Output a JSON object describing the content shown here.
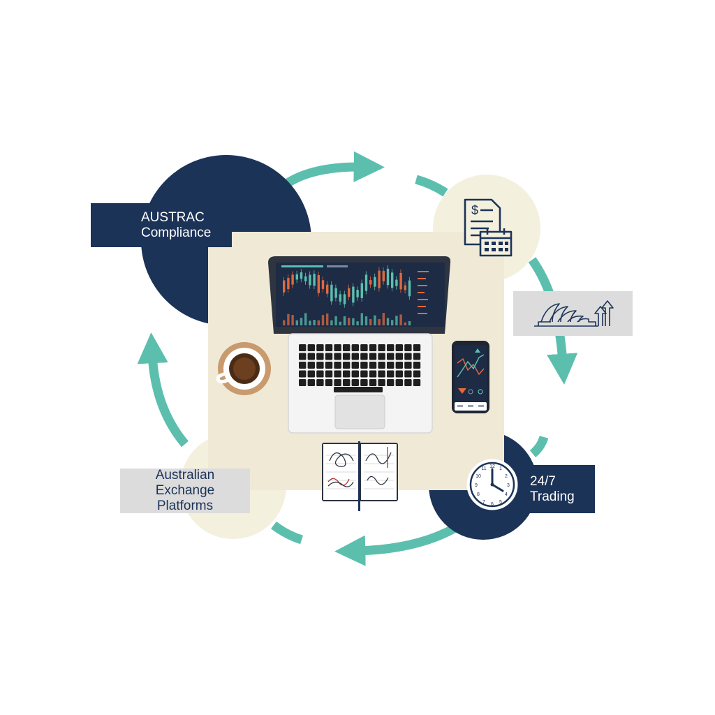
{
  "colors": {
    "navy": "#1c3358",
    "teal": "#5cbfae",
    "cream": "#f4f0de",
    "desk": "#efe9d6",
    "label_gray": "#dcdcdc",
    "candle_up": "#5cbfae",
    "candle_down": "#e0693f"
  },
  "nodes": {
    "austrac": {
      "line1": "AUSTRAC",
      "line2": "Compliance",
      "icon": "shield-check-icon"
    },
    "tax": {
      "icon": "tax-document-calendar-icon"
    },
    "sydney": {
      "icon": "sydney-opera-house-growth-icon"
    },
    "trading": {
      "line1": "24/7",
      "line2": "Trading",
      "icon": "clock-icon"
    },
    "exchange": {
      "line1": "Australian",
      "line2": "Exchange",
      "line3": "Platforms"
    }
  },
  "center": {
    "items": [
      "laptop-icon",
      "coffee-cup-icon",
      "smartphone-icon",
      "notebook-icon"
    ]
  }
}
